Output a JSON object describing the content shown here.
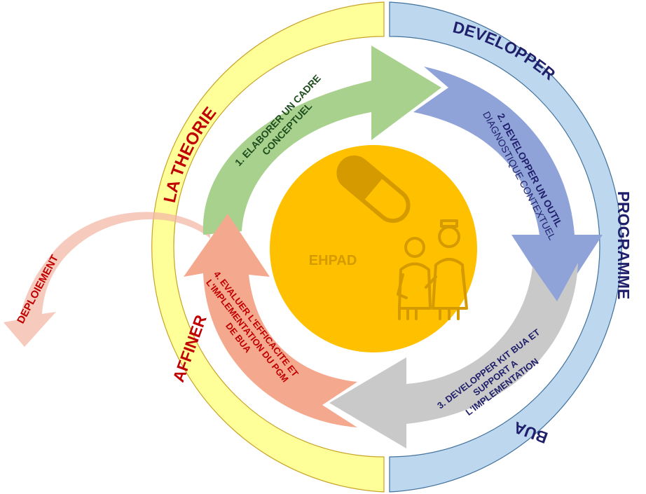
{
  "center": {
    "label": "EHPAD",
    "icons": [
      "pill-icon",
      "elderly-with-nurse-icon"
    ]
  },
  "outer_bands": [
    {
      "id": "theorie",
      "label": "LA THEORIE",
      "color": "#ffff99",
      "text_color": "#c00000"
    },
    {
      "id": "affiner",
      "label": "AFFINER",
      "color": "#ffff99",
      "text_color": "#c00000"
    },
    {
      "id": "developper",
      "label": "DEVELOPPER",
      "color": "#bdd7ee",
      "text_color": "#1f1f6b"
    },
    {
      "id": "programme",
      "label": "PROGRAMME",
      "color": "#bdd7ee",
      "text_color": "#1f1f6b"
    },
    {
      "id": "bua",
      "label": "BUA",
      "color": "#bdd7ee",
      "text_color": "#1f1f6b"
    }
  ],
  "steps": [
    {
      "number": "1.",
      "lines": [
        "1. ELABORER UN CADRE",
        "CONCEPTUEL"
      ],
      "color": "#a9d18e",
      "text_color": "#1e4d1e"
    },
    {
      "number": "2.",
      "lines": [
        "2. DEVELOPPER UN OUTIL",
        "DIAGNOSTIQUE CONTEXTUEL"
      ],
      "color": "#8fa3d9",
      "text_color": "#1f1f6b"
    },
    {
      "number": "3.",
      "lines": [
        "3. DEVELOPPER  KIT BUA ET",
        "SUPPORT A",
        "L'IMPLEMENTATION"
      ],
      "color": "#c9c9c9",
      "text_color": "#1f1f6b"
    },
    {
      "number": "4.",
      "lines": [
        "4. EVALUER L'EFFICACITE ET",
        "L'IMPLEMENTATION DU PGM",
        "DE BUA"
      ],
      "color": "#f4a98f",
      "text_color": "#c00000"
    }
  ],
  "deployment": {
    "label": "DEPLOIEMENT",
    "color": "#f8cbbd",
    "text_color": "#c00000"
  },
  "colors": {
    "center": "#ffc000",
    "center_icon": "#d49a00"
  }
}
